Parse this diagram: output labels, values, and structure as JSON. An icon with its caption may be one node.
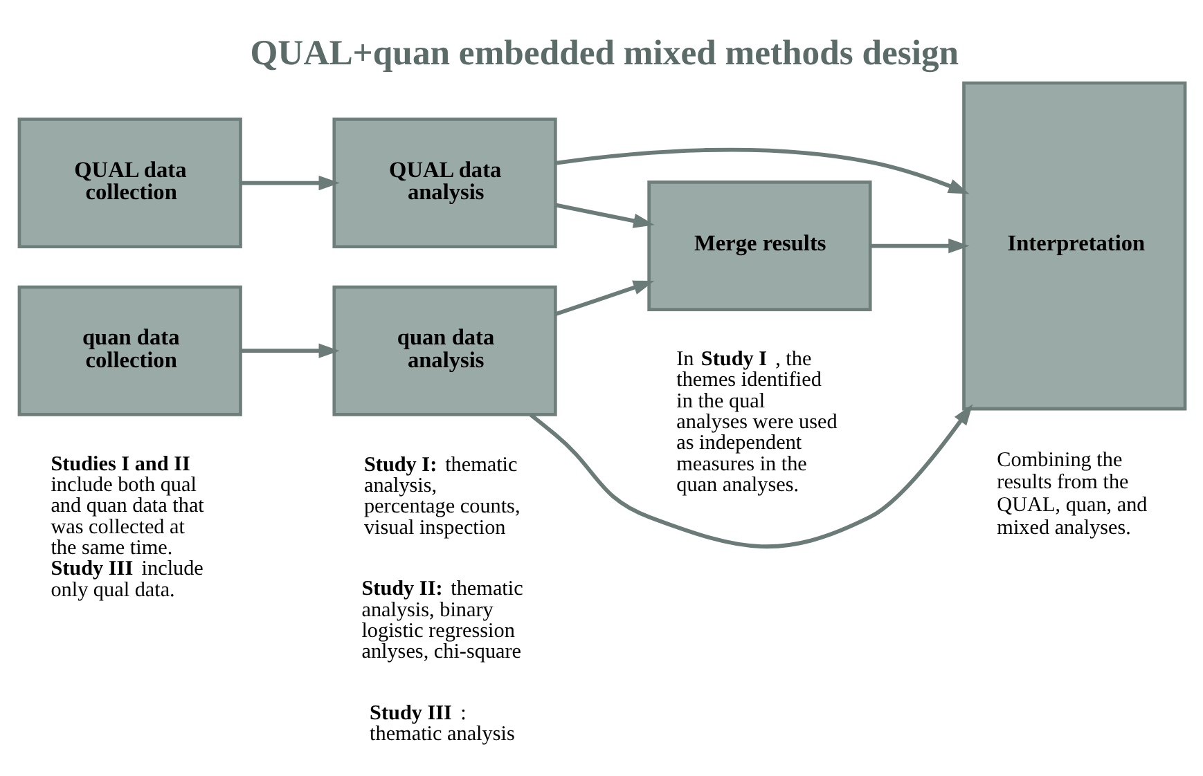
{
  "diagram": {
    "title": "QUAL+quan embedded mixed methods design",
    "nodes": [
      {
        "text": [
          "QUAL data collection"
        ]
      },
      {
        "text": [
          "QUAL data analysis"
        ]
      },
      {
        "text": [
          "quan data collection"
        ]
      },
      {
        "text": [
          "quan data analysis"
        ]
      },
      {
        "text": [
          "Merge results"
        ]
      },
      {
        "text": [
          "Interpretation"
        ]
      }
    ],
    "edges": [
      {
        "from": 0,
        "to": 1,
        "arrow": "to"
      },
      {
        "from": 2,
        "to": 3,
        "arrow": "to"
      },
      {
        "from": 1,
        "to": 5,
        "arrow": "to"
      },
      {
        "from": 1,
        "to": 4,
        "arrow": "to"
      },
      {
        "from": 3,
        "to": 4,
        "arrow": "to"
      },
      {
        "from": 3,
        "to": 5,
        "arrow": "to"
      },
      {
        "from": 4,
        "to": 5,
        "arrow": "to"
      }
    ],
    "labels": [
      "**Studies I and II** include both qual and quan data that was collected at the same time. **Study III** include only qual data.",
      "**Study I:** thematic analysis, percentage counts, visual inspection",
      "**Study II:** thematic analysis, binary logistic regression anlyses, chi-square",
      "**Study III**: thematic analysis",
      "In **Study I**, the themes identified in the qual analyses were used as independent measures in the quan analyses.",
      "Combining the results from the QUAL, quan, and mixed analyses."
    ]
  }
}
